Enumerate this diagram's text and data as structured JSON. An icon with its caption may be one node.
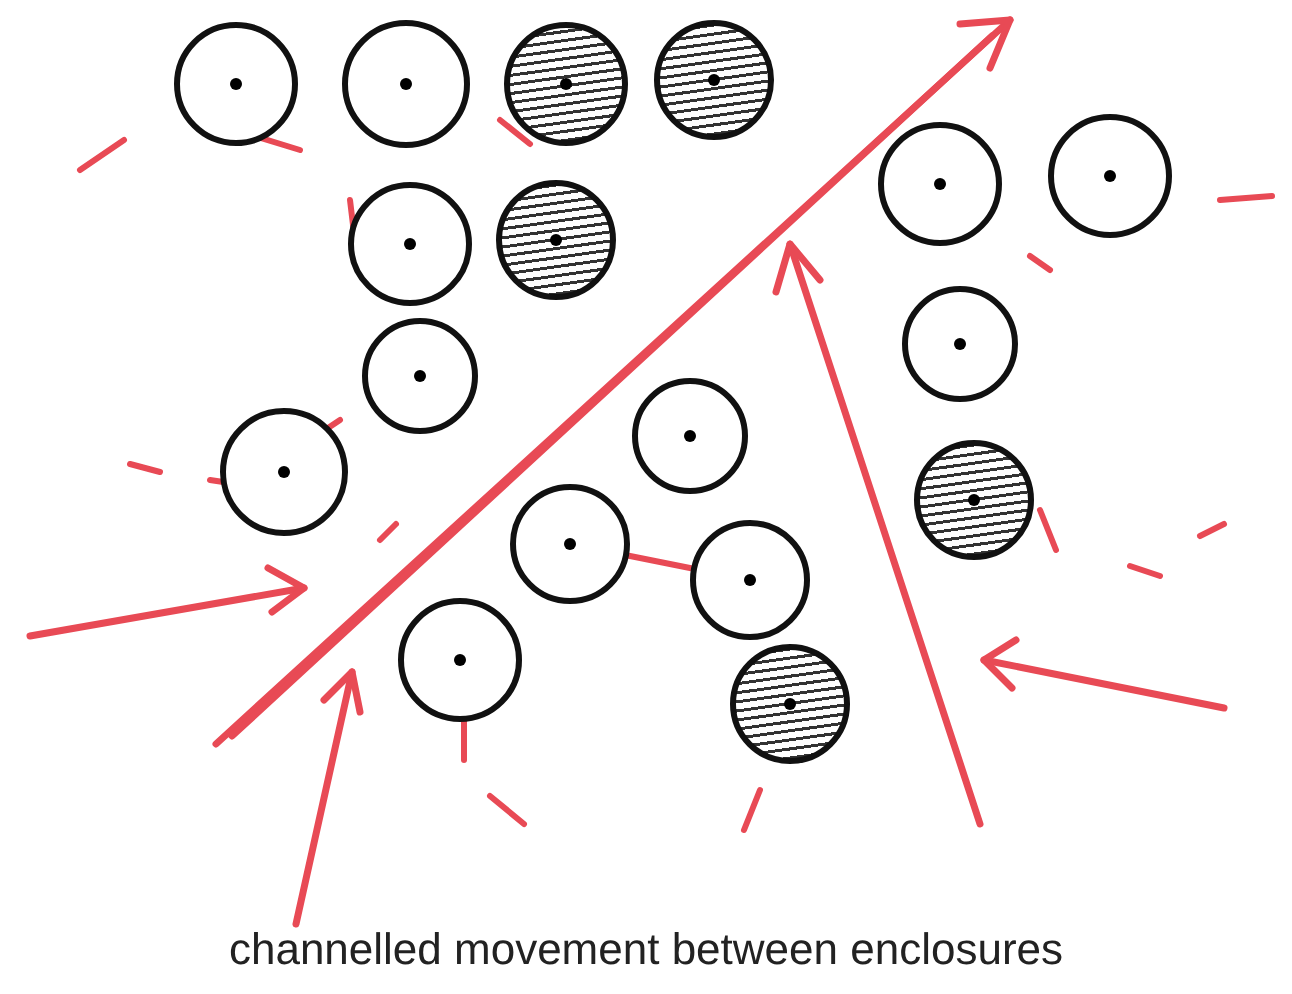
{
  "diagram": {
    "caption": "channelled movement between enclosures",
    "nodes": [
      {
        "text": [],
        "shape": "circle"
      },
      {
        "text": [],
        "shape": "circle"
      },
      {
        "text": [],
        "shape": "circle"
      },
      {
        "text": [],
        "shape": "circle"
      },
      {
        "text": [],
        "shape": "circle"
      },
      {
        "text": [],
        "shape": "circle"
      },
      {
        "text": [],
        "shape": "circle"
      },
      {
        "text": [],
        "shape": "circle"
      },
      {
        "text": [],
        "shape": "circle"
      },
      {
        "text": [],
        "shape": "circle"
      },
      {
        "text": [],
        "shape": "circle"
      },
      {
        "text": [],
        "shape": "circle"
      },
      {
        "text": [],
        "shape": "circle"
      },
      {
        "text": [],
        "shape": "circle"
      },
      {
        "text": [],
        "shape": "circle"
      },
      {
        "text": [],
        "shape": "circle"
      },
      {
        "text": [],
        "shape": "circle"
      }
    ],
    "edges": [
      {
        "from": 12,
        "to": 13,
        "arrow": "none"
      }
    ]
  }
}
